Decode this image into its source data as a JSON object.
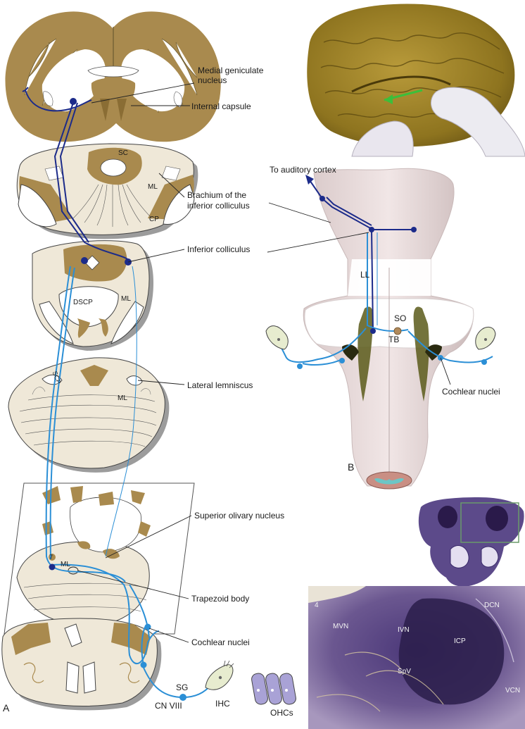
{
  "panel_a": {
    "panel_label": "A",
    "labels": {
      "medial_geniculate_1": "Medial geniculate",
      "medial_geniculate_2": "nucleus",
      "internal_capsule": "Internal capsule",
      "brachium_1": "Brachium of the",
      "brachium_2": "inferior colliculus",
      "inferior_colliculus": "Inferior colliculus",
      "lateral_lemniscus": "Lateral lemniscus",
      "superior_olivary": "Superior olivary nucleus",
      "trapezoid_body": "Trapezoid body",
      "cochlear_nuclei": "Cochlear nuclei",
      "cn_viii": "CN VIII",
      "sg": "SG",
      "ihc": "IHC",
      "ohcs": "OHCs"
    },
    "section_labels": {
      "sc": "SC",
      "ml_1": "ML",
      "cp": "CP",
      "dscp": "DSCP",
      "ml_2": "ML",
      "scp": "SCP",
      "ml_3": "ML",
      "ml_4": "ML",
      "seven": "7"
    }
  },
  "panel_b": {
    "panel_label": "B",
    "labels": {
      "auditory_cortex": "To auditory cortex",
      "ll": "LL",
      "so": "SO",
      "tb": "TB",
      "cochlear_nuclei": "Cochlear nuclei"
    }
  },
  "histology": {
    "labels": {
      "four": "4",
      "dcn": "DCN",
      "mvn": "MVN",
      "ivn": "IVN",
      "icp": "ICP",
      "spv": "SpV",
      "vcn": "VCN"
    }
  },
  "colors": {
    "efferent_dark_blue": "#1c2b8a",
    "afferent_light_blue": "#2b8fd6",
    "gray_matter_tan": "#a98a4e",
    "tissue_cream": "#efe8d8",
    "histology_stain": "#3a2a6a"
  }
}
